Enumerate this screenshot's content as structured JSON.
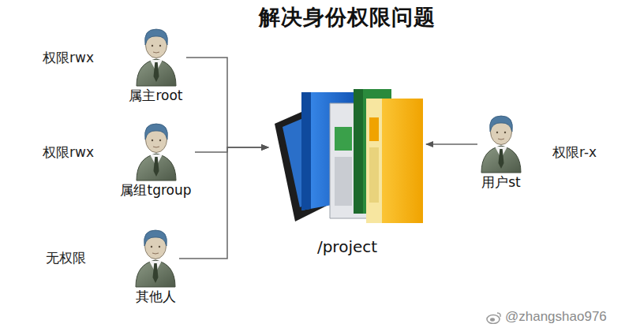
{
  "diagram": {
    "title": "解决身份权限问题",
    "nodes": [
      {
        "text": [
          "属主root"
        ]
      },
      {
        "text": [
          "属组tgroup"
        ]
      },
      {
        "text": [
          "其他人"
        ]
      },
      {
        "text": [
          "用户st"
        ]
      },
      {
        "text": [
          "/project"
        ]
      }
    ],
    "edges": [
      {
        "from": 0,
        "to": 4,
        "arrow": "to"
      },
      {
        "from": 1,
        "to": 4,
        "arrow": "to"
      },
      {
        "from": 2,
        "to": 4,
        "arrow": "to"
      },
      {
        "from": 3,
        "to": 4,
        "arrow": "to"
      }
    ],
    "labels": [
      "权限rwx",
      "权限rwx",
      "无权限",
      "权限r-x",
      "@zhangshao976"
    ]
  }
}
